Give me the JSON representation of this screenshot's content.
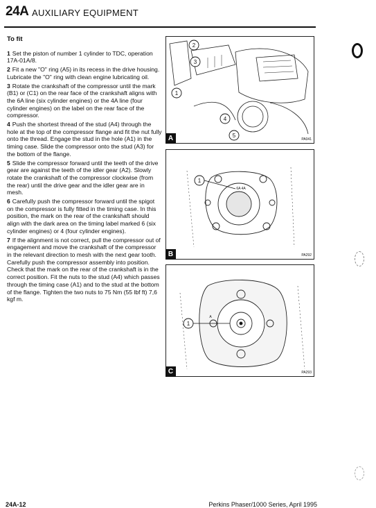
{
  "header": {
    "section": "24A",
    "title": "AUXILIARY EQUIPMENT"
  },
  "procedure": {
    "heading": "To fit",
    "steps": [
      {
        "num": "1",
        "text": "Set the piston of number 1 cylinder to TDC, operation 17A-01A/8."
      },
      {
        "num": "2",
        "text": "Fit a new \"O\" ring (A5) in its recess in the drive housing. Lubricate the \"O\" ring with clean engine lubricating oil."
      },
      {
        "num": "3",
        "text": "Rotate the crankshaft of the compressor until the mark (B1) or (C1) on the rear face of the crankshaft aligns with the 6A line (six cylinder engines) or the 4A line (four cylinder engines) on the label on the rear face of the compressor."
      },
      {
        "num": "4",
        "text": "Push the shortest thread of the stud (A4) through the hole at the top of the compressor flange and fit the nut fully onto the thread. Engage the stud in the hole (A1) in the timing case. Slide the compressor onto the stud (A3) for the bottom of the flange."
      },
      {
        "num": "5",
        "text": "Slide the compressor forward until the teeth of the drive gear are against the teeth of the idler gear (A2). Slowly rotate the crankshaft of the compressor clockwise (from the rear) until the drive gear and the idler gear are in mesh."
      },
      {
        "num": "6",
        "text": "Carefully push the compressor forward until the spigot on the compressor is fully fitted in the timing case. In this position, the mark on the rear of the crankshaft should align with the dark area on the timing label marked 6 (six cylinder engines) or 4 (four cylinder engines)."
      },
      {
        "num": "7",
        "text": "If the alignment is not correct, pull the compressor out of engagement and move the crankshaft of the compressor in the relevant direction to mesh with the next gear tooth. Carefully push the compressor assembly into position. Check that the mark on the rear of the crankshaft is in the correct position. Fit the nuts to the stud (A4) which passes through the timing case (A1) and to the stud at the bottom of the flange. Tighten the two nuts to 75 Nm (55 lbf ft) 7,6 kgf m."
      }
    ]
  },
  "figures": [
    {
      "label": "A",
      "ref": "PA041",
      "callouts": [
        "1",
        "2",
        "3",
        "4",
        "5"
      ]
    },
    {
      "label": "B",
      "ref": "PA292",
      "callouts": [
        "1"
      ],
      "dial_text": "6A 4A"
    },
    {
      "label": "C",
      "ref": "PA293",
      "callouts": [
        "1"
      ],
      "dial_text": "A"
    }
  ],
  "footer": {
    "page": "24A-12",
    "publication": "Perkins Phaser/1000 Series, April 1995"
  }
}
